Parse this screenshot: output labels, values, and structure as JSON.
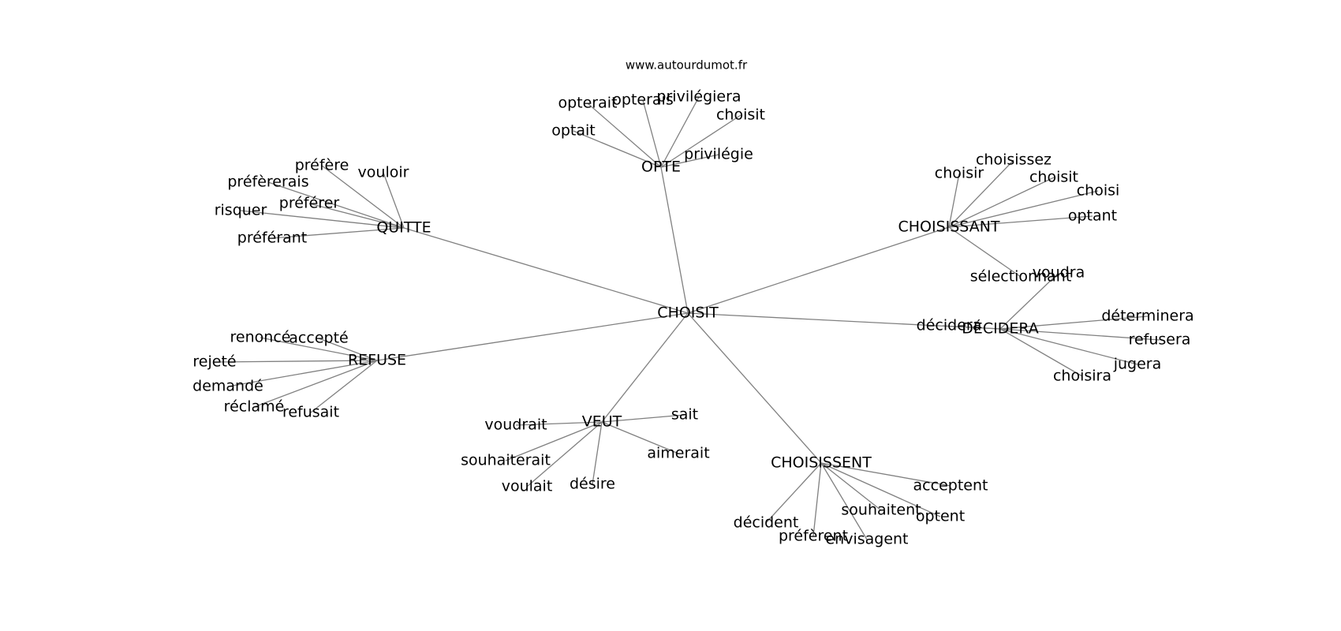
{
  "source": "www.autourdumot.fr",
  "center": {
    "id": "choisit_c",
    "label": "CHOISIT"
  },
  "hubs": [
    {
      "id": "opte",
      "label": "OPTE",
      "words": [
        {
          "id": "w_opterait",
          "label": "opterait"
        },
        {
          "id": "w_opterais",
          "label": "opterais"
        },
        {
          "id": "w_privilegiera",
          "label": "privilégiera"
        },
        {
          "id": "w_choisit_opte",
          "label": "choisit"
        },
        {
          "id": "w_optait",
          "label": "optait"
        },
        {
          "id": "w_privilegie",
          "label": "privilégie"
        }
      ]
    },
    {
      "id": "quitte",
      "label": "QUITTE",
      "words": [
        {
          "id": "w_prefere",
          "label": "préfère"
        },
        {
          "id": "w_vouloir",
          "label": "vouloir"
        },
        {
          "id": "w_prefererais",
          "label": "préfèrerais"
        },
        {
          "id": "w_preferer",
          "label": "préférer"
        },
        {
          "id": "w_risquer",
          "label": "risquer"
        },
        {
          "id": "w_preferant",
          "label": "préférant"
        }
      ]
    },
    {
      "id": "choisissant",
      "label": "CHOISISSANT",
      "words": [
        {
          "id": "w_choisissez",
          "label": "choisissez"
        },
        {
          "id": "w_choisir",
          "label": "choisir"
        },
        {
          "id": "w_choisit_ch",
          "label": "choisit"
        },
        {
          "id": "w_choisi",
          "label": "choisi"
        },
        {
          "id": "w_optant",
          "label": "optant"
        },
        {
          "id": "w_selectionnant",
          "label": "sélectionnant"
        }
      ]
    },
    {
      "id": "decidera",
      "label": "DÉCIDERA",
      "words": [
        {
          "id": "w_voudra",
          "label": "voudra"
        },
        {
          "id": "w_determinera",
          "label": "déterminera"
        },
        {
          "id": "w_decidera",
          "label": "décidera"
        },
        {
          "id": "w_refusera",
          "label": "refusera"
        },
        {
          "id": "w_jugera",
          "label": "jugera"
        },
        {
          "id": "w_choisira",
          "label": "choisira"
        }
      ]
    },
    {
      "id": "refuse",
      "label": "REFUSE",
      "words": [
        {
          "id": "w_renonce",
          "label": "renoncé"
        },
        {
          "id": "w_accepte",
          "label": "accepté"
        },
        {
          "id": "w_rejete",
          "label": "rejeté"
        },
        {
          "id": "w_demande",
          "label": "demandé"
        },
        {
          "id": "w_reclame",
          "label": "réclamé"
        },
        {
          "id": "w_refusait",
          "label": "refusait"
        }
      ]
    },
    {
      "id": "veut",
      "label": "VEUT",
      "words": [
        {
          "id": "w_sait",
          "label": "sait"
        },
        {
          "id": "w_voudrait",
          "label": "voudrait"
        },
        {
          "id": "w_aimerait",
          "label": "aimerait"
        },
        {
          "id": "w_souhaiterait",
          "label": "souhaiterait"
        },
        {
          "id": "w_voulait",
          "label": "voulait"
        },
        {
          "id": "w_desire",
          "label": "désire"
        }
      ]
    },
    {
      "id": "choisissent",
      "label": "CHOISISSENT",
      "words": [
        {
          "id": "w_acceptent",
          "label": "acceptent"
        },
        {
          "id": "w_souhaitent",
          "label": "souhaitent"
        },
        {
          "id": "w_optent",
          "label": "optent"
        },
        {
          "id": "w_decident",
          "label": "décident"
        },
        {
          "id": "w_preferent",
          "label": "préfèrent"
        },
        {
          "id": "w_envisagent",
          "label": "envisagent"
        }
      ]
    }
  ]
}
